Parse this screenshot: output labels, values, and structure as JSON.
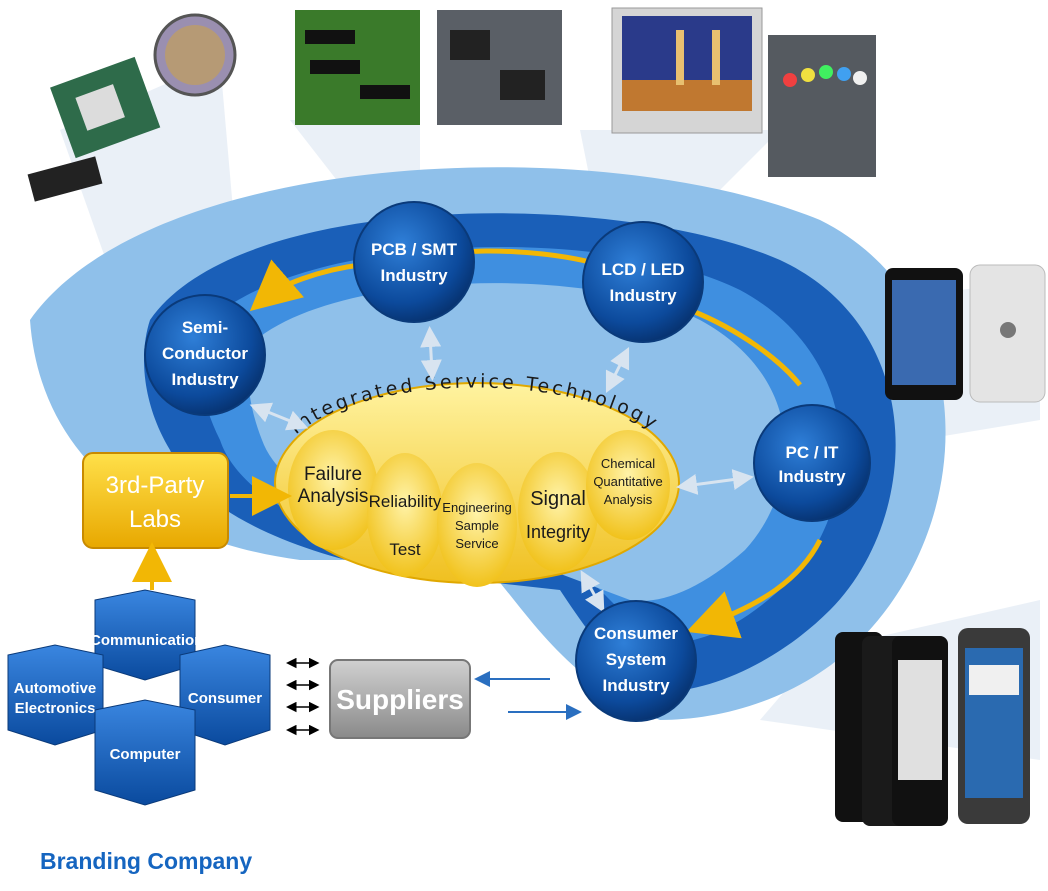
{
  "industries": {
    "semiconductor": [
      "Semi-",
      "Conductor",
      "Industry"
    ],
    "pcb_smt": [
      "PCB / SMT",
      "Industry"
    ],
    "lcd_led": [
      "LCD / LED",
      "Industry"
    ],
    "pc_it": [
      "PC / IT",
      "Industry"
    ],
    "consumer_system": [
      "Consumer",
      "System",
      "Industry"
    ]
  },
  "center": {
    "title": "Integrated Service Technology",
    "services": {
      "failure_analysis": [
        "Failure",
        "Analysis"
      ],
      "reliability_test": [
        "Reliability",
        "Test"
      ],
      "engineering_sample": [
        "Engineering",
        "Sample",
        "Service"
      ],
      "signal_integrity": [
        "Signal",
        "Integrity"
      ],
      "chemical_analysis": [
        "Chemical",
        "Quantitative",
        "Analysis"
      ]
    }
  },
  "labs": [
    "3rd-Party",
    "Labs"
  ],
  "suppliers": "Suppliers",
  "segments": {
    "communication": "Communicatior",
    "automotive": [
      "Automotive",
      "Electronics"
    ],
    "consumer": "Consumer",
    "computer": "Computer"
  },
  "brand": "Branding Company",
  "colors": {
    "node_blue": "#0d4da1",
    "ring_blue": "#1f6fc9",
    "light_blue": "#7fb3e6",
    "yellow": "#f5d13a",
    "gold": "#f2b705",
    "gray": "#9a9a9a"
  }
}
